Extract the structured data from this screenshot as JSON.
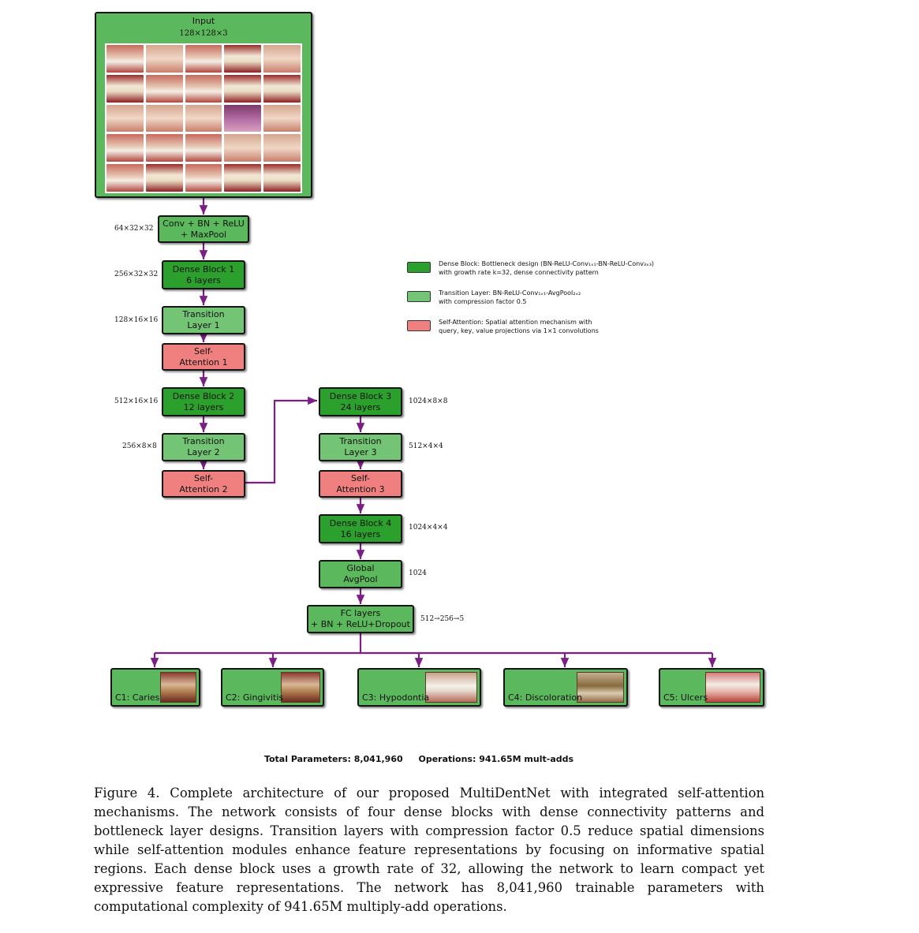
{
  "input": {
    "title": "Input",
    "dims": "128×128×3"
  },
  "nodes": {
    "conv": [
      "Conv + BN + ReLU",
      "+ MaxPool"
    ],
    "db1": [
      "Dense Block 1",
      "6 layers"
    ],
    "tl1": [
      "Transition",
      "Layer 1"
    ],
    "sa1": [
      "Self-",
      "Attention 1"
    ],
    "db2": [
      "Dense Block 2",
      "12 layers"
    ],
    "tl2": [
      "Transition",
      "Layer 2"
    ],
    "sa2": [
      "Self-",
      "Attention 2"
    ],
    "db3": [
      "Dense Block 3",
      "24 layers"
    ],
    "tl3": [
      "Transition",
      "Layer 3"
    ],
    "sa3": [
      "Self-",
      "Attention 3"
    ],
    "db4": [
      "Dense Block 4",
      "16 layers"
    ],
    "gap": [
      "Global",
      "AvgPool"
    ],
    "fc": [
      "FC layers",
      "+ BN + ReLU+Dropout"
    ]
  },
  "dims": {
    "conv": "64×32×32",
    "db1": "256×32×32",
    "tl1": "128×16×16",
    "db2": "512×16×16",
    "tl2": "256×8×8",
    "db3": "1024×8×8",
    "tl3": "512×4×4",
    "db4": "1024×4×4",
    "gap": "1024",
    "fc": "512→256→5"
  },
  "outputs": [
    "C1: Caries",
    "C2: Gingivitis",
    "C3: Hypodontia",
    "C4: Discoloration",
    "C5: Ulcers"
  ],
  "legend": [
    {
      "line1": "Dense Block: Bottleneck design (BN-ReLU-Conv₁ₓ₁-BN-ReLU-Conv₃ₓ₃)",
      "line2": "with growth rate k=32, dense connectivity pattern",
      "color": "#2ca02c"
    },
    {
      "line1": "Transition Layer: BN-ReLU-Conv₁ₓ₁-AvgPool₂ₓ₂",
      "line2": "with compression factor 0.5",
      "color": "#74c476"
    },
    {
      "line1": "Self-Attention: Spatial attention mechanism with",
      "line2": "query, key, value projections via 1×1 convolutions",
      "color": "#f08080"
    }
  ],
  "totals": {
    "params": "Total Parameters: 8,041,960",
    "ops": "Operations: 941.65M mult-adds"
  },
  "caption": "Figure 4.  Complete architecture of our proposed MultiDentNet with integrated self-attention mechanisms. The network consists of four dense blocks with dense connectivity patterns and bottleneck layer designs. Transition layers with compression factor 0.5 reduce spatial dimensions while self-attention modules enhance feature representations by focusing on informative spatial regions. Each dense block uses a growth rate of 32, allowing the network to learn compact yet expressive feature representations. The network has 8,041,960 trainable parameters with computational complexity of 941.65M multiply-add operations.",
  "colors": {
    "arrow": "#7b1f86",
    "dense": "#2ca02c",
    "transition": "#74c476",
    "attention": "#f08080"
  }
}
